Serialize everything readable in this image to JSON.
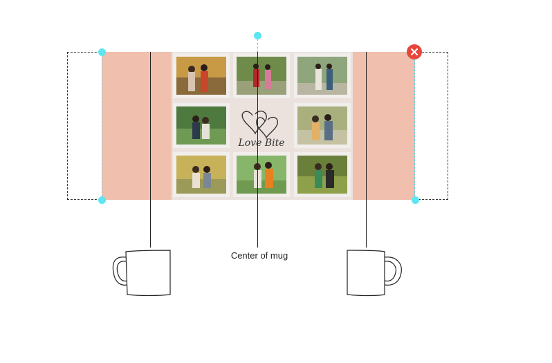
{
  "caption": "Center of mug",
  "collage": {
    "center_text": "Love Bite",
    "photos": [
      {
        "label": "couple-photo-1"
      },
      {
        "label": "couple-photo-2"
      },
      {
        "label": "couple-photo-3"
      },
      {
        "label": "couple-photo-4"
      },
      {
        "label": "couple-photo-5"
      },
      {
        "label": "couple-photo-6"
      },
      {
        "label": "couple-photo-7"
      },
      {
        "label": "couple-photo-8"
      }
    ]
  },
  "colors": {
    "canvas_bg": "#f0bfae",
    "handle": "#5ee6f0",
    "delete": "#e8453c"
  },
  "icons": {
    "delete": "close-icon",
    "mug_left": "mug-icon",
    "mug_right": "mug-icon"
  }
}
